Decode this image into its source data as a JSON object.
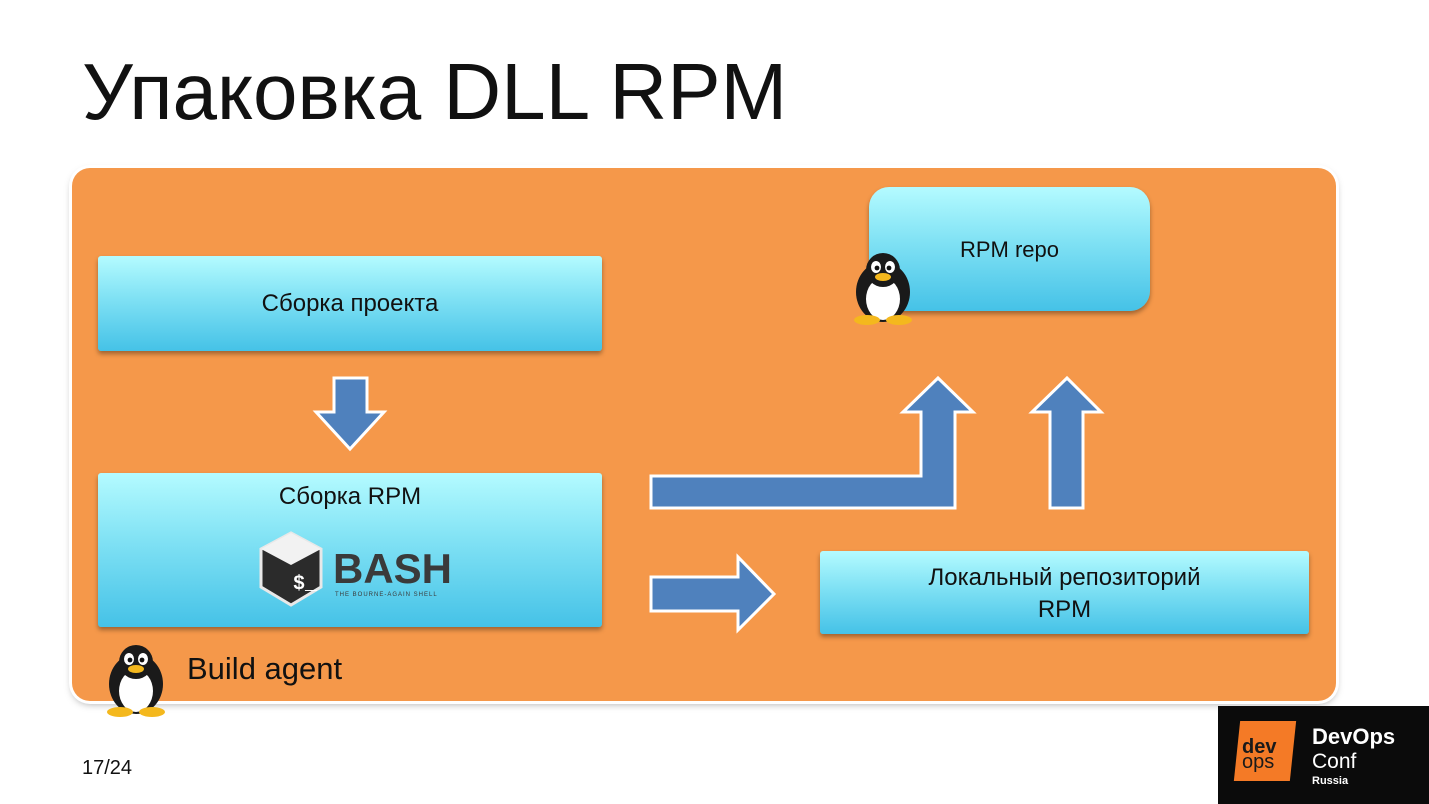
{
  "slide": {
    "title": "Упаковка DLL RPM",
    "page": "17/24"
  },
  "diagram": {
    "build_project_label": "Сборка проекта",
    "build_rpm_label": "Сборка RPM",
    "local_repo_line1": "Локальный репозиторий",
    "local_repo_line2": "RPM",
    "rpm_repo_label": "RPM repo",
    "agent_label": "Build agent",
    "bash_logo": {
      "word": "BASH",
      "tagline": "THE BOURNE-AGAIN SHELL",
      "prompt": "$_"
    },
    "colors": {
      "panel": "#f5984a",
      "box_top": "#b4fbff",
      "box_bottom": "#45c2e7",
      "arrow": "#4f81bd"
    }
  },
  "brand": {
    "mark_top": "dev",
    "mark_bottom": "ops",
    "line1": "DevOps",
    "line2": "Conf",
    "line3": "Russia"
  }
}
